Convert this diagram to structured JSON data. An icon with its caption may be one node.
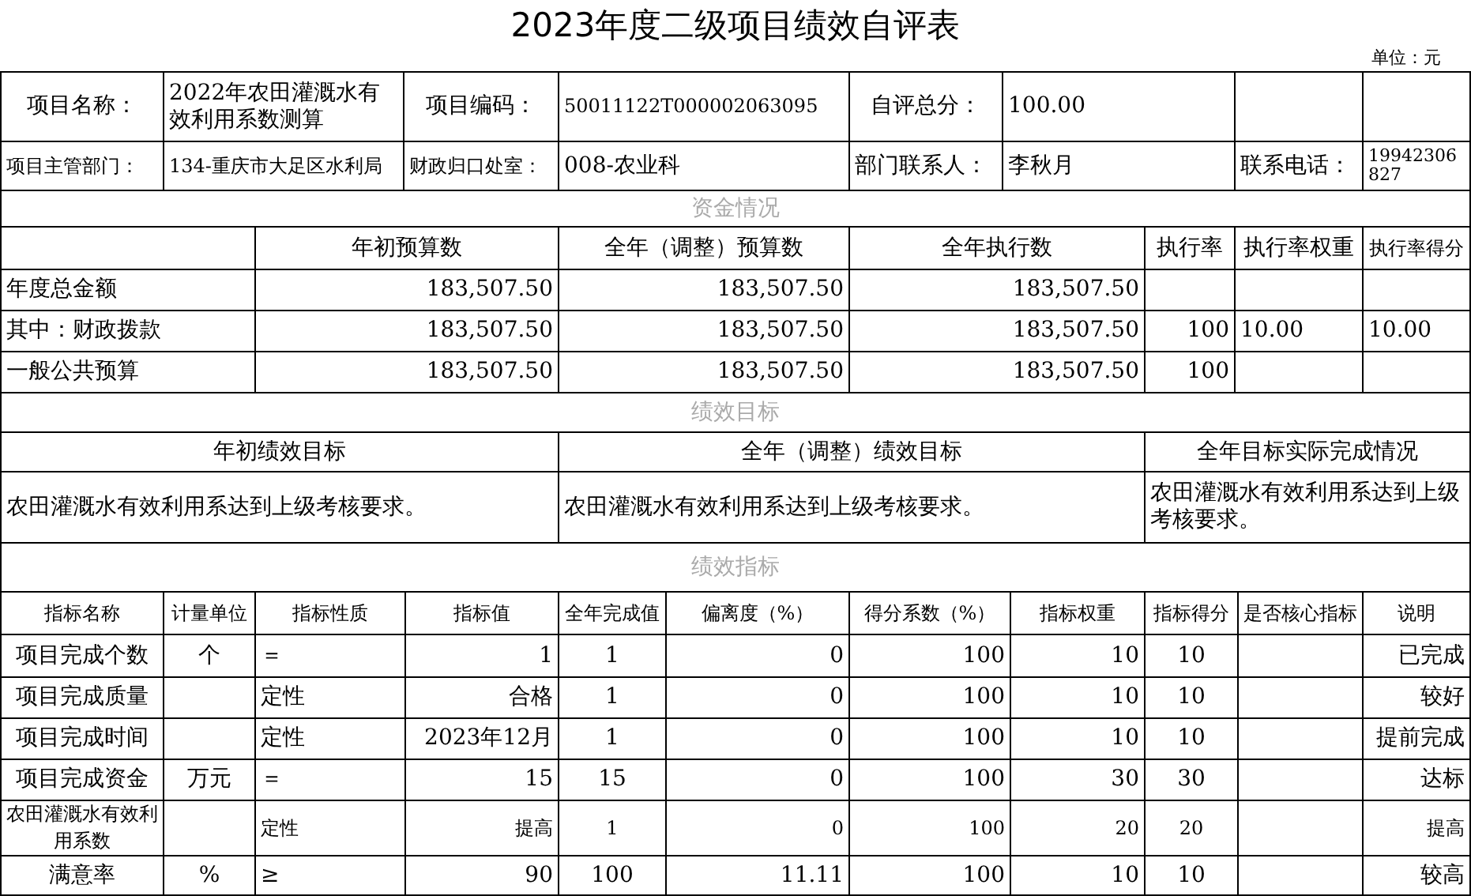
{
  "diagram": {
    "title": "2023年度二级项目绩效自评表",
    "labels": [
      "单位：元",
      "项目名称：",
      "2022年农田灌溉水有效利用系数测算",
      "项目编码：",
      "50011122T000002063095",
      "自评总分：",
      "100.00",
      "项目主管部门：",
      "134-重庆市大足区水利局",
      "财政归口处室：",
      "008-农业科",
      "部门联系人：",
      "李秋月",
      "联系电话：",
      "19942306827",
      "资金情况",
      "年初预算数",
      "全年（调整）预算数",
      "全年执行数",
      "执行率",
      "执行率权重",
      "执行率得分",
      "年度总金额",
      "183,507.50",
      "183,507.50",
      "183,507.50",
      "其中：财政拨款",
      "183,507.50",
      "183,507.50",
      "183,507.50",
      "100",
      "10.00",
      "10.00",
      "一般公共预算",
      "183,507.50",
      "183,507.50",
      "183,507.50",
      "100",
      "绩效目标",
      "年初绩效目标",
      "全年（调整）绩效目标",
      "全年目标实际完成情况",
      "农田灌溉水有效利用系达到上级考核要求。",
      "农田灌溉水有效利用系达到上级考核要求。",
      "农田灌溉水有效利用系达到上级考核要求。",
      "绩效指标",
      "指标名称",
      "计量单位",
      "指标性质",
      "指标值",
      "全年完成值",
      "偏离度（%）",
      "得分系数（%）",
      "指标权重",
      "指标得分",
      "是否核心指标",
      "说明",
      "项目完成个数",
      "个",
      "＝",
      "1",
      "1",
      "0",
      "100",
      "10",
      "10",
      "已完成",
      "项目完成质量",
      "定性",
      "合格",
      "1",
      "0",
      "100",
      "10",
      "10",
      "较好",
      "项目完成时间",
      "定性",
      "2023年12月",
      "1",
      "0",
      "100",
      "10",
      "10",
      "提前完成",
      "项目完成资金",
      "万元",
      "＝",
      "15",
      "15",
      "0",
      "100",
      "30",
      "30",
      "达标",
      "农田灌溉水有效利用系数",
      "定性",
      "提高",
      "1",
      "0",
      "100",
      "20",
      "20",
      "提高",
      "满意率",
      "%",
      "≥",
      "90",
      "100",
      "11.11",
      "100",
      "10",
      "10",
      "较高"
    ]
  }
}
